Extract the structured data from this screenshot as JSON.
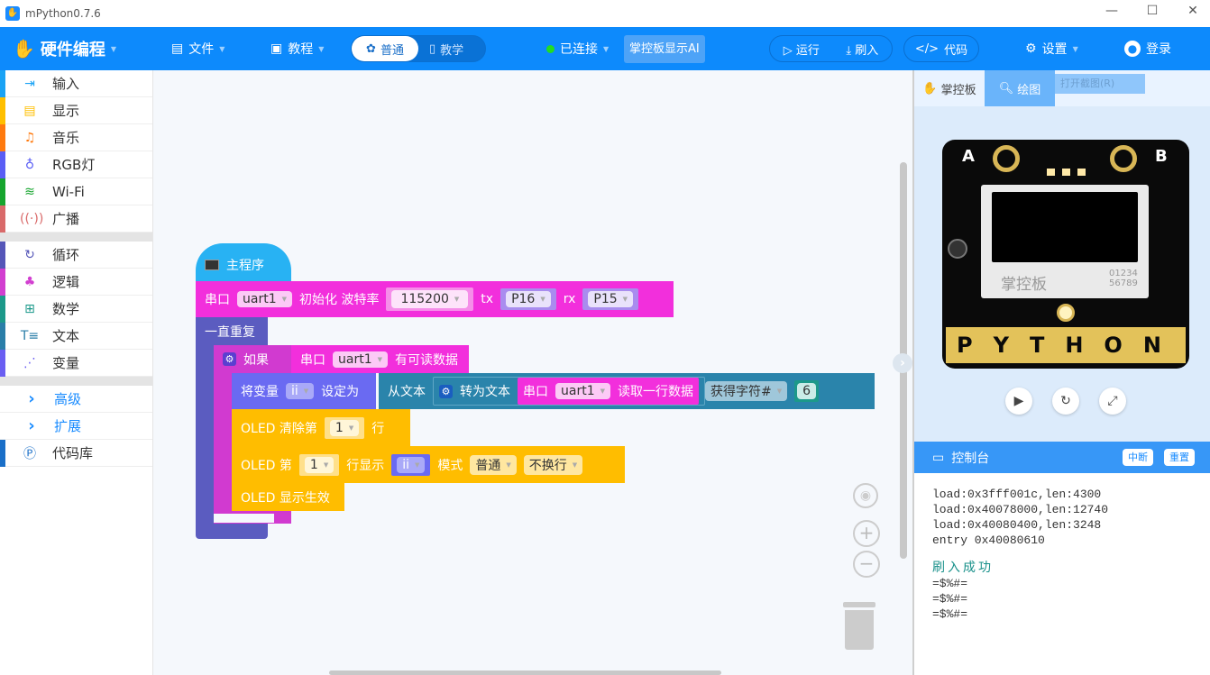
{
  "window": {
    "title": "mPython0.7.6",
    "minimize": "—",
    "maximize": "☐",
    "close": "✕"
  },
  "header": {
    "brand": "硬件编程",
    "file": "文件",
    "tutorial": "教程",
    "mode_normal": "普通",
    "mode_teach": "教学",
    "status": "已连接",
    "board_display": "掌控板显示AI",
    "run": "运行",
    "flash": "刷入",
    "code": "代码",
    "settings": "设置",
    "login": "登录",
    "status_color": "#22dd22"
  },
  "sidebar": {
    "items": [
      {
        "label": "输入",
        "color": "#1aa3f5",
        "icon": "⇥"
      },
      {
        "label": "显示",
        "color": "#ffbf00",
        "icon": "▤"
      },
      {
        "label": "音乐",
        "color": "#ff7a0e",
        "icon": "♫"
      },
      {
        "label": "RGB灯",
        "color": "#5a5ef5",
        "icon": "♁"
      },
      {
        "label": "Wi-Fi",
        "color": "#16a52e",
        "icon": "≋"
      },
      {
        "label": "广播",
        "color": "#d96a6a",
        "icon": "((·))"
      },
      {
        "label": "循环",
        "color": "#5556b8",
        "icon": "↻"
      },
      {
        "label": "逻辑",
        "color": "#d23fd0",
        "icon": "♣"
      },
      {
        "label": "数学",
        "color": "#1c998a",
        "icon": "⊞"
      },
      {
        "label": "文本",
        "color": "#2a7ea8",
        "icon": "T≡"
      },
      {
        "label": "变量",
        "color": "#6a5ef2",
        "icon": "⋰"
      },
      {
        "label": "高级",
        "color": "",
        "icon": "›"
      },
      {
        "label": "扩展",
        "color": "",
        "icon": "›"
      },
      {
        "label": "代码库",
        "color": "#1a6fc8",
        "icon": "Ⓟ"
      }
    ]
  },
  "blocks": {
    "main": "主程序",
    "uart_init": {
      "serial": "串口",
      "uart": "uart1",
      "init": "初始化 波特率",
      "baud": "115200",
      "tx": "tx",
      "tx_pin": "P16",
      "rx": "rx",
      "rx_pin": "P15"
    },
    "forever": "一直重复",
    "if": {
      "label": "如果",
      "serial": "串口",
      "uart": "uart1",
      "cond": "有可读数据"
    },
    "set_var": {
      "label": "将变量",
      "var": "ii",
      "to": "设定为",
      "from_text": "从文本",
      "to_text": "转为文本",
      "serial": "串口",
      "uart": "uart1",
      "read": "读取一行数据",
      "get": "获得字符#",
      "num": "6"
    },
    "oled_clear": {
      "label": "OLED 清除第",
      "row": "1",
      "suffix": "行"
    },
    "oled_show": {
      "label": "OLED 第",
      "row": "1",
      "mid": "行显示",
      "var": "ii",
      "mode": "模式",
      "mode_val": "普通",
      "wrap": "不换行"
    },
    "oled_apply": "OLED 显示生效"
  },
  "right": {
    "tab_board": "掌控板",
    "tab_draw": "绘图",
    "tooltip": "打开截图(R)",
    "board": {
      "a": "A",
      "b": "B",
      "brand": "掌控板",
      "nums1": "01234",
      "nums2": "56789",
      "python": "PYTHON"
    }
  },
  "console": {
    "title": "控制台",
    "stop": "中断",
    "reset": "重置",
    "lines": [
      "load:0x3fff001c,len:4300",
      "load:0x40078000,len:12740",
      "load:0x40080400,len:3248",
      "entry 0x40080610"
    ],
    "success": "刷入成功",
    "out": [
      "=$%#=",
      "=$%#=",
      "=$%#="
    ]
  }
}
